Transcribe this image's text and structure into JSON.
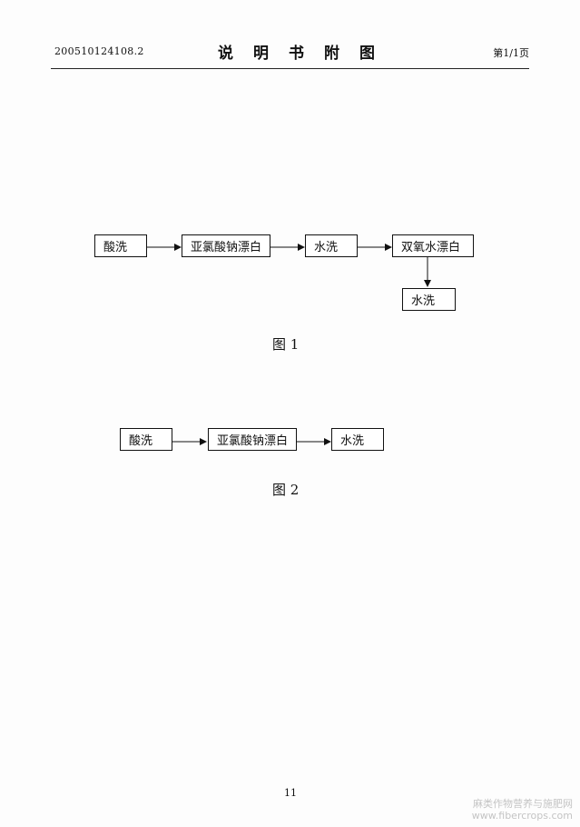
{
  "header": {
    "doc_number": "200510124108.2",
    "title": "说明书附图",
    "page_label": "第1/1页"
  },
  "figure1": {
    "steps": [
      "酸洗",
      "亚氯酸钠漂白",
      "水洗",
      "双氧水漂白",
      "水洗"
    ],
    "caption": "图 1"
  },
  "figure2": {
    "steps": [
      "酸洗",
      "亚氯酸钠漂白",
      "水洗"
    ],
    "caption": "图 2"
  },
  "footer": {
    "page_number": "11"
  },
  "watermark": {
    "line1": "麻类作物营养与施肥网",
    "line2": "www.fibercrops.com"
  }
}
